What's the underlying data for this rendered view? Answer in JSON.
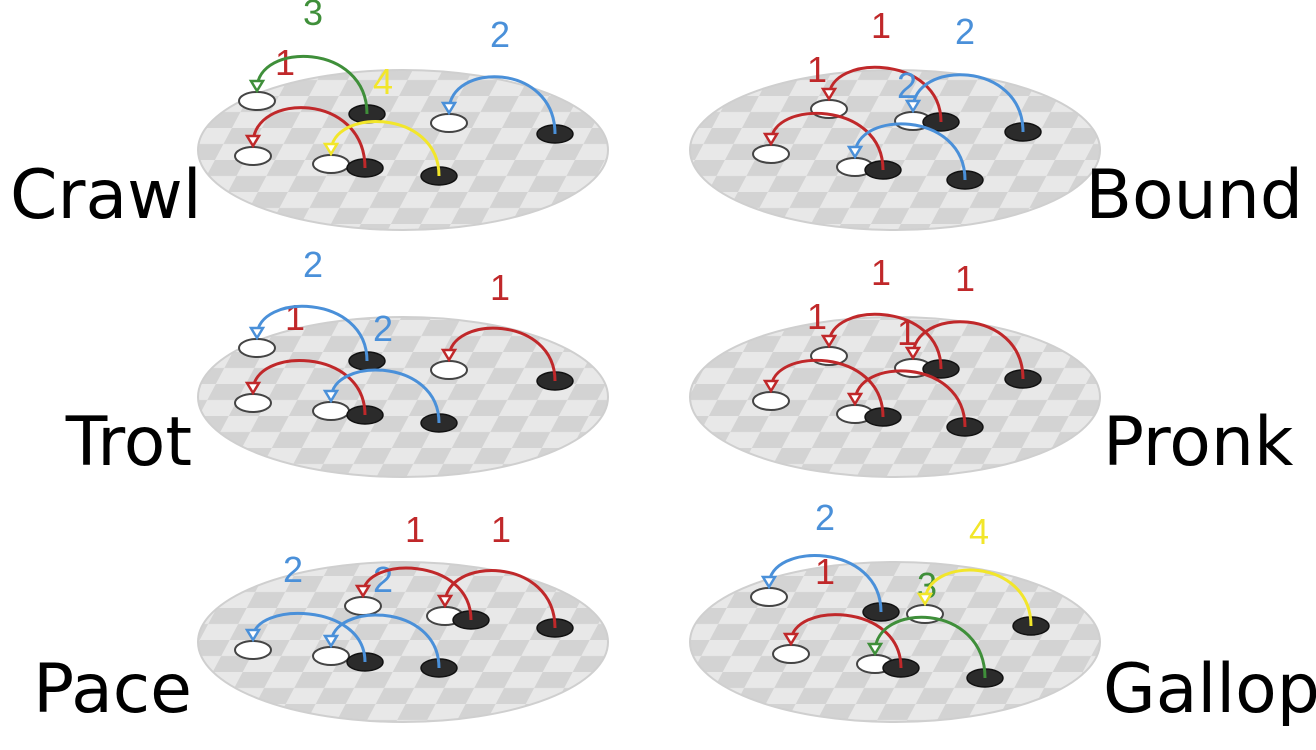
{
  "colors": {
    "red": "#c0282a",
    "blue": "#4a90d9",
    "green": "#3f8f3a",
    "yellow": "#f2e62a",
    "foot": "#2b2b2b",
    "plate_light": "#e8e8e8",
    "plate_dark": "#d3d3d3"
  },
  "gaits": [
    {
      "name": "Crawl",
      "label": "Crawl",
      "steps": [
        {
          "leg": "front-left",
          "color": "red",
          "number": "1"
        },
        {
          "leg": "front-right",
          "color": "blue",
          "number": "2"
        },
        {
          "leg": "hind-left",
          "color": "green",
          "number": "3"
        },
        {
          "leg": "hind-right",
          "color": "yellow",
          "number": "4"
        }
      ]
    },
    {
      "name": "Bound",
      "label": "Bound",
      "steps": [
        {
          "leg": "front-left",
          "color": "red",
          "number": "1"
        },
        {
          "leg": "front-right",
          "color": "red",
          "number": "1"
        },
        {
          "leg": "hind-left",
          "color": "blue",
          "number": "2"
        },
        {
          "leg": "hind-right",
          "color": "blue",
          "number": "2"
        }
      ]
    },
    {
      "name": "Trot",
      "label": "Trot",
      "steps": [
        {
          "leg": "front-left",
          "color": "red",
          "number": "1"
        },
        {
          "leg": "front-right",
          "color": "red",
          "number": "1"
        },
        {
          "leg": "hind-left",
          "color": "blue",
          "number": "2"
        },
        {
          "leg": "hind-right",
          "color": "blue",
          "number": "2"
        }
      ]
    },
    {
      "name": "Pronk",
      "label": "Pronk",
      "steps": [
        {
          "leg": "front-left",
          "color": "red",
          "number": "1"
        },
        {
          "leg": "front-right",
          "color": "red",
          "number": "1"
        },
        {
          "leg": "hind-left",
          "color": "red",
          "number": "1"
        },
        {
          "leg": "hind-right",
          "color": "red",
          "number": "1"
        }
      ]
    },
    {
      "name": "Pace",
      "label": "Pace",
      "steps": [
        {
          "leg": "front-left",
          "color": "blue",
          "number": "2"
        },
        {
          "leg": "front-right",
          "color": "blue",
          "number": "2"
        },
        {
          "leg": "hind-left",
          "color": "red",
          "number": "1"
        },
        {
          "leg": "hind-right",
          "color": "red",
          "number": "1"
        }
      ]
    },
    {
      "name": "Gallop",
      "label": "Gallop",
      "steps": [
        {
          "leg": "front-left",
          "color": "red",
          "number": "1"
        },
        {
          "leg": "front-right",
          "color": "blue",
          "number": "2"
        },
        {
          "leg": "hind-left",
          "color": "green",
          "number": "3"
        },
        {
          "leg": "hind-right",
          "color": "yellow",
          "number": "4"
        }
      ]
    }
  ]
}
